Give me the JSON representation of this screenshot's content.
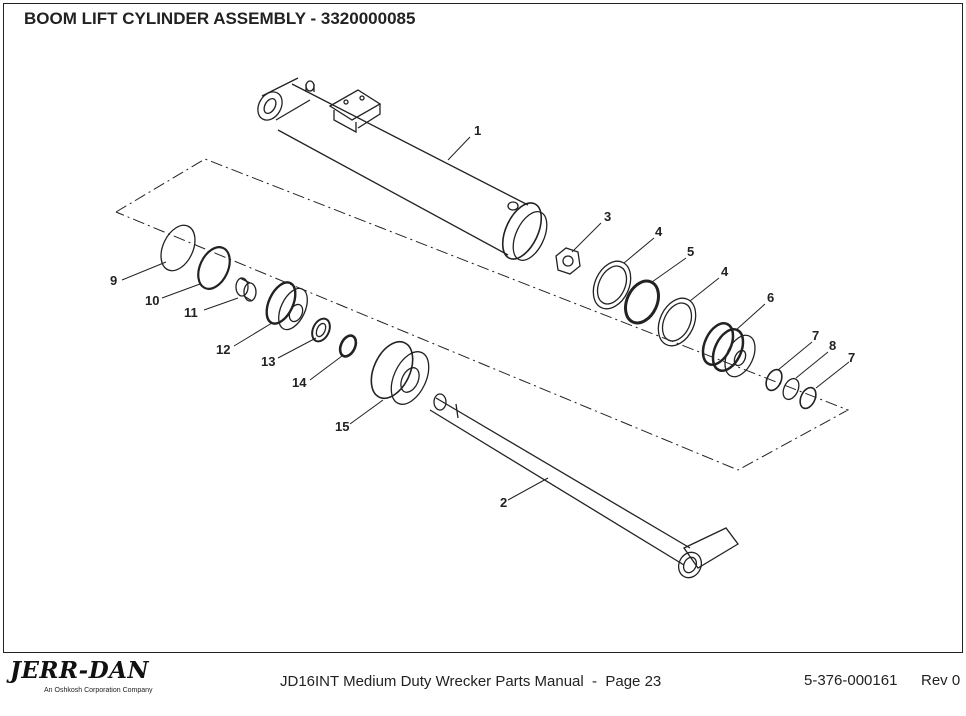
{
  "title": "BOOM LIFT CYLINDER ASSEMBLY - 3320000085",
  "callouts": {
    "c1": "1",
    "c2": "2",
    "c3": "3",
    "c4a": "4",
    "c4b": "4",
    "c5": "5",
    "c6": "6",
    "c7a": "7",
    "c7b": "7",
    "c8": "8",
    "c9": "9",
    "c10": "10",
    "c11": "11",
    "c12": "12",
    "c13": "13",
    "c14": "14",
    "c15": "15"
  },
  "footer": {
    "logo": "JERR-DAN",
    "logo_sub": "An Oshkosh Corporation Company",
    "manual": "JD16INT Medium Duty Wrecker Parts Manual  -  Page 23",
    "doc_number": "5-376-000161",
    "revision": "Rev 0"
  }
}
